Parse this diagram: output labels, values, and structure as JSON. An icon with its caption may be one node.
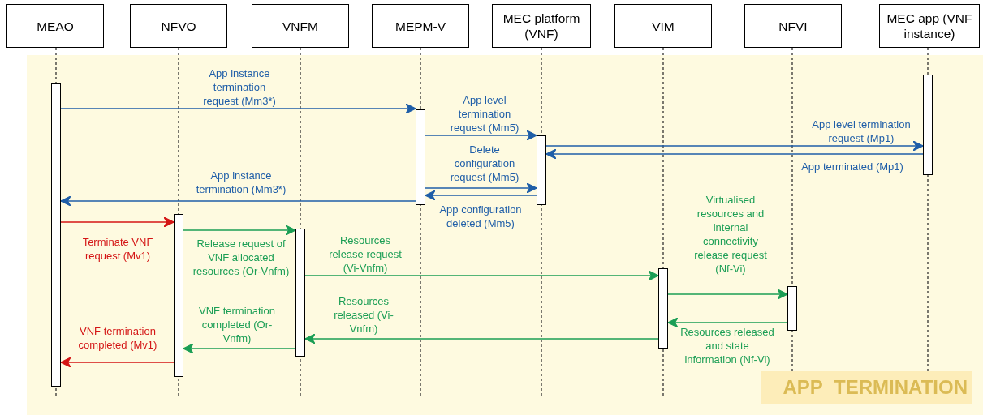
{
  "diagram": {
    "nodes": [
      {
        "text": [
          "MEAO"
        ]
      },
      {
        "text": [
          "NFVO"
        ]
      },
      {
        "text": [
          "VNFM"
        ]
      },
      {
        "text": [
          "MEPM-V"
        ]
      },
      {
        "text": [
          "MEC platform (VNF)"
        ]
      },
      {
        "text": [
          "VIM"
        ]
      },
      {
        "text": [
          "NFVI"
        ]
      },
      {
        "text": [
          "MEC app (VNF instance)"
        ]
      },
      {
        "text": [
          "APP_TERMINATION"
        ]
      },
      {
        "text": [],
        "shape": "bar",
        "in": 8
      },
      {
        "text": [],
        "shape": "bar",
        "in": 8
      },
      {
        "text": [],
        "shape": "bar",
        "in": 8
      },
      {
        "text": [],
        "shape": "bar",
        "in": 8
      },
      {
        "text": [],
        "shape": "bar",
        "in": 8
      },
      {
        "text": [],
        "shape": "bar",
        "in": 8
      },
      {
        "text": [],
        "shape": "bar",
        "in": 8
      },
      {
        "text": [],
        "shape": "bar",
        "in": 8
      }
    ],
    "edges": [
      {
        "from": 9,
        "to": 12,
        "arrow": "to",
        "label": "App instance termination request (Mm3*)"
      },
      {
        "from": 12,
        "to": 13,
        "arrow": "to",
        "label": "App level termination request (Mm5)"
      },
      {
        "from": 13,
        "to": 16,
        "arrow": "to",
        "label": "App level termination request (Mp1)"
      },
      {
        "from": 16,
        "to": 13,
        "arrow": "to",
        "label": "App terminated (Mp1)"
      },
      {
        "from": 12,
        "to": 13,
        "arrow": "to",
        "label": "Delete configuration request (Mm5)"
      },
      {
        "from": 13,
        "to": 12,
        "arrow": "to",
        "label": "App configuration deleted (Mm5)"
      },
      {
        "from": 12,
        "to": 9,
        "arrow": "to",
        "label": "App instance termination (Mm3*)"
      },
      {
        "from": 9,
        "to": 10,
        "arrow": "to",
        "label": "Terminate VNF request (Mv1)",
        "color": "#d41515"
      },
      {
        "from": 10,
        "to": 11,
        "arrow": "to",
        "label": "Release request of VNF allocated resources (Or-Vnfm)",
        "color": "#1b9e55"
      },
      {
        "from": 11,
        "to": 14,
        "arrow": "to",
        "label": "Resources release request (Vi-Vnfm)",
        "color": "#1b9e55"
      },
      {
        "from": 14,
        "to": 15,
        "arrow": "to",
        "label": "Virtualised resources and internal connectivity release request (Nf-Vi)",
        "color": "#1b9e55"
      },
      {
        "from": 15,
        "to": 14,
        "arrow": "to",
        "label": "Resources released and state information (Nf-Vi)",
        "color": "#1b9e55"
      },
      {
        "from": 14,
        "to": 11,
        "arrow": "to",
        "label": "Resources released (Vi-Vnfm)",
        "color": "#1b9e55"
      },
      {
        "from": 11,
        "to": 10,
        "arrow": "to",
        "label": "VNF termination completed (Or-Vnfm)",
        "color": "#1b9e55"
      },
      {
        "from": 10,
        "to": 9,
        "arrow": "to",
        "label": "VNF termination completed (Mv1)",
        "color": "#d41515"
      }
    ]
  }
}
